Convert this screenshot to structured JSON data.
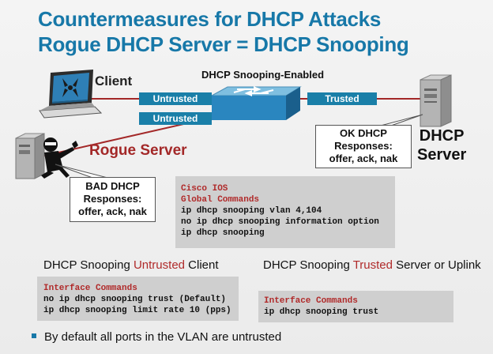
{
  "title": {
    "line1": "Countermeasures for DHCP Attacks",
    "line2": "Rogue DHCP Server = DHCP Snooping"
  },
  "labels": {
    "client": "Client",
    "switch": "DHCP Snooping-Enabled",
    "dhcp_server": [
      "DHCP",
      "Server"
    ],
    "rogue_server": "Rogue Server"
  },
  "ports": {
    "untrusted_client": "Untrusted",
    "untrusted_rogue": "Untrusted",
    "trusted_server": "Trusted"
  },
  "callouts": {
    "ok": [
      "OK DHCP",
      "Responses:",
      "offer, ack, nak"
    ],
    "bad": [
      "BAD DHCP",
      "Responses:",
      "offer, ack, nak"
    ]
  },
  "global_commands": {
    "header1": "Cisco IOS",
    "header2": "Global Commands",
    "lines": [
      "ip dhcp snooping vlan 4,104",
      "no ip dhcp snooping information option",
      "ip dhcp snooping"
    ]
  },
  "untrusted_section": {
    "heading_pre": "DHCP Snooping ",
    "heading_red": "Untrusted",
    "heading_post": " Client",
    "header": "Interface Commands",
    "lines": [
      "no ip dhcp snooping trust (Default)",
      "ip dhcp snooping limit rate 10 (pps)"
    ]
  },
  "trusted_section": {
    "heading_pre": "DHCP Snooping ",
    "heading_red": "Trusted",
    "heading_post": " Server or Uplink",
    "header": "Interface Commands",
    "lines": [
      "ip dhcp snooping trust"
    ]
  },
  "bullet": "By default all ports in the VLAN are untrusted",
  "colors": {
    "accent_blue": "#1778a8",
    "port_blue": "#1a7fa8",
    "link_red": "#a32828",
    "code_red": "#b02a2a",
    "code_bg": "#cfcfcf"
  },
  "icons": [
    "laptop-icon",
    "switch-icon",
    "server-icon",
    "rogue-server-icon",
    "hacker-icon"
  ]
}
